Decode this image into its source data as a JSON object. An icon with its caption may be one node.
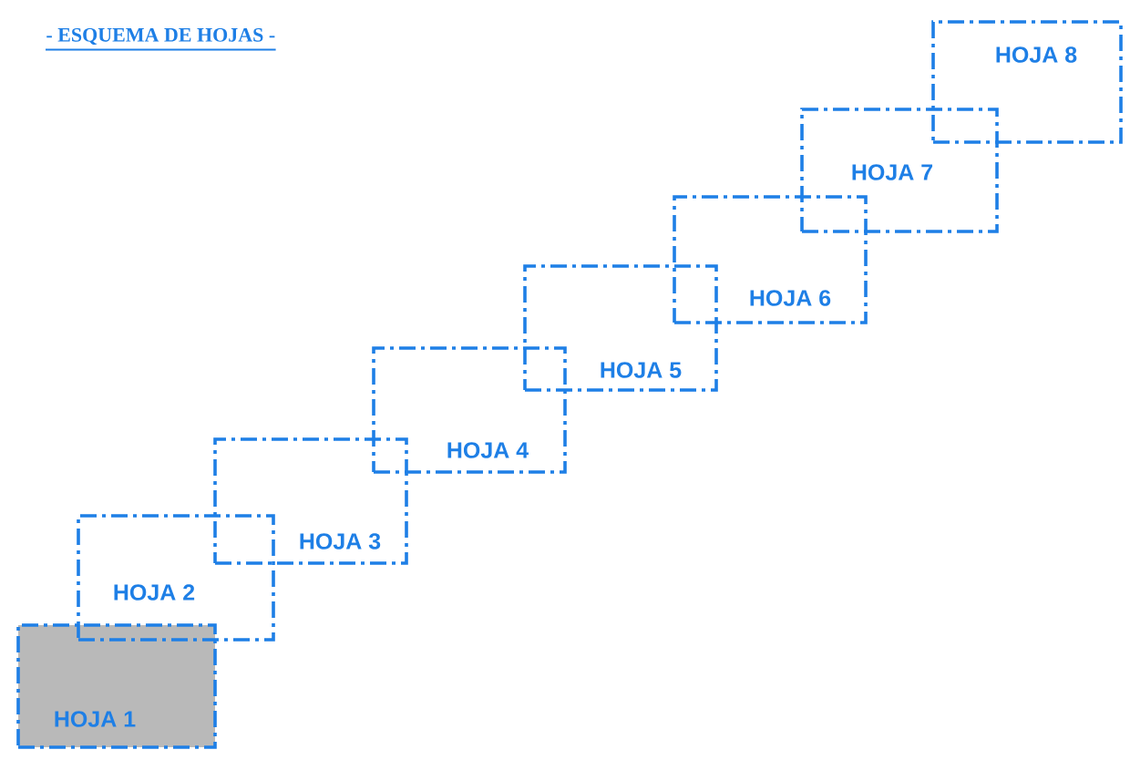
{
  "diagram": {
    "title": "- ESQUEMA DE HOJAS -",
    "nodes": [
      {
        "text": [
          "HOJA 1"
        ]
      },
      {
        "text": [
          "HOJA 2"
        ]
      },
      {
        "text": [
          "HOJA 3"
        ]
      },
      {
        "text": [
          "HOJA 4"
        ]
      },
      {
        "text": [
          "HOJA 5"
        ]
      },
      {
        "text": [
          "HOJA 6"
        ]
      },
      {
        "text": [
          "HOJA 7"
        ]
      },
      {
        "text": [
          "HOJA 8"
        ]
      }
    ]
  }
}
